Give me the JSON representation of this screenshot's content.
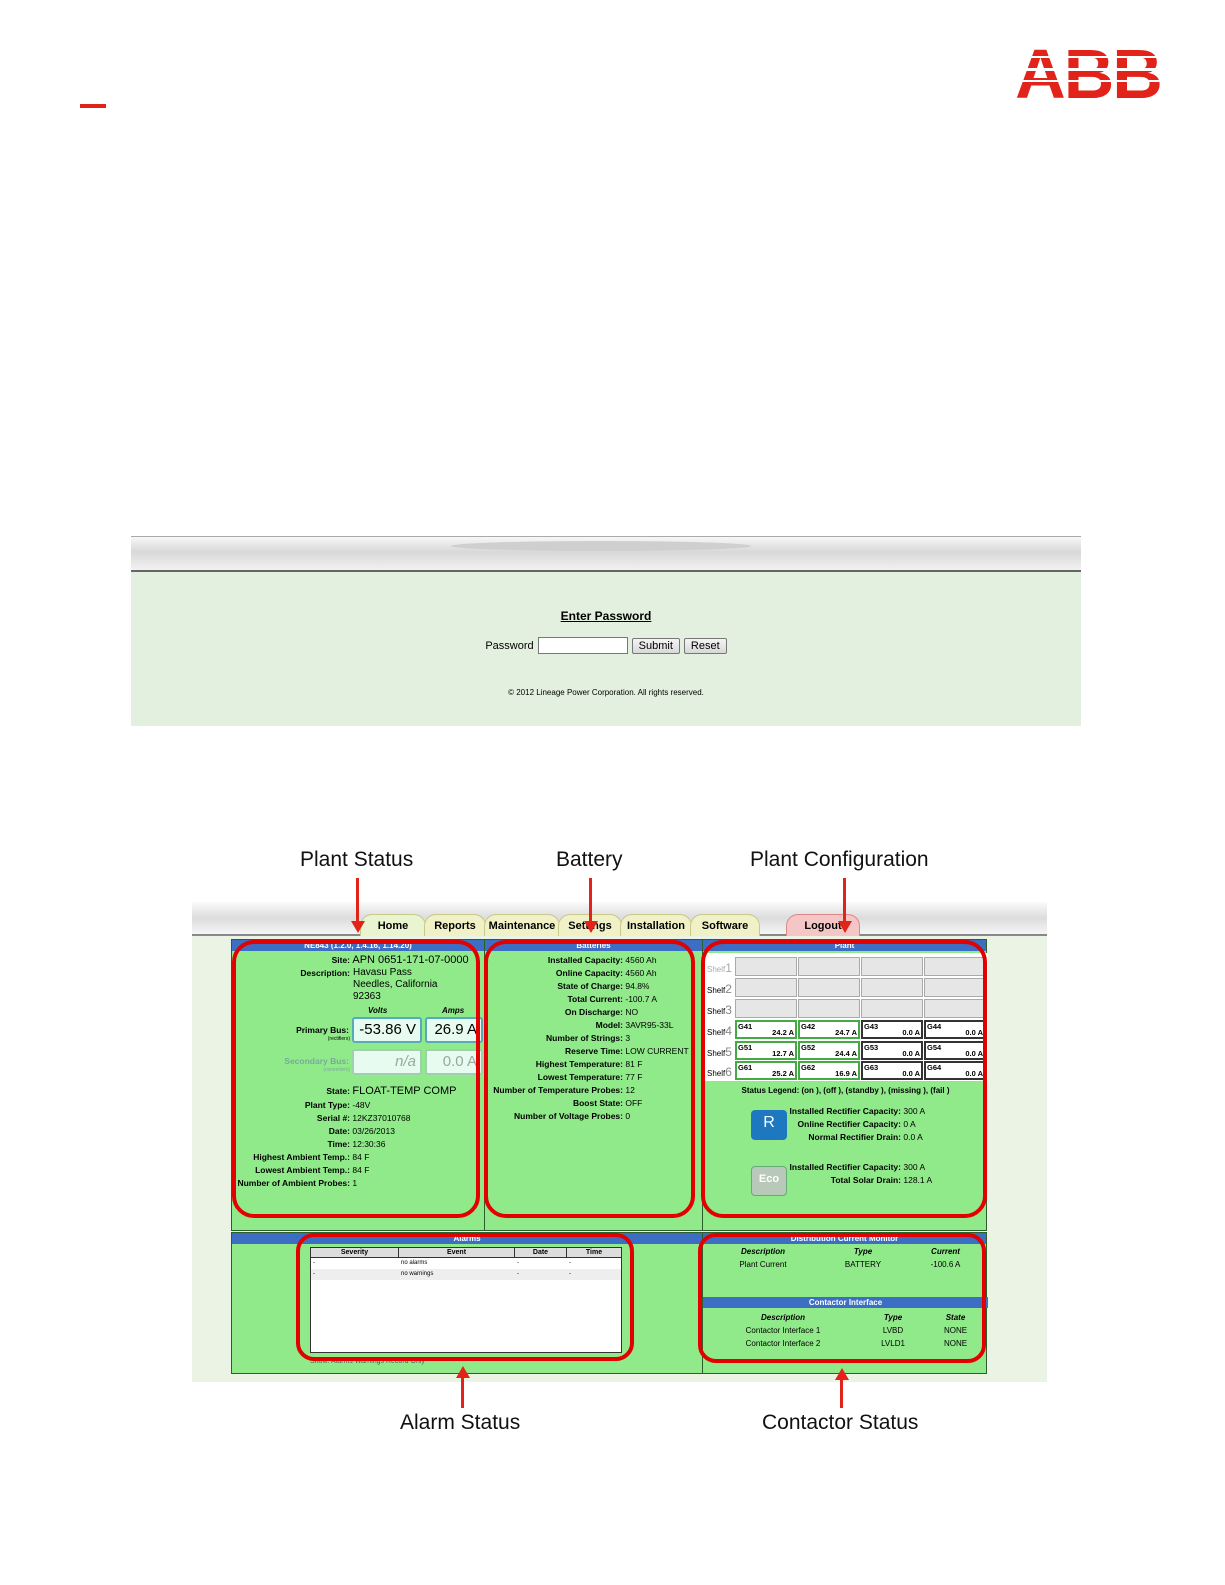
{
  "header": {
    "logo_text": "ABB"
  },
  "login": {
    "title": "Enter Password",
    "password_label": "Password",
    "submit_label": "Submit",
    "reset_label": "Reset",
    "copyright": "© 2012 Lineage Power Corporation. All rights reserved."
  },
  "callouts": {
    "plant_status": "Plant Status",
    "battery": "Battery",
    "plant_configuration": "Plant Configuration",
    "alarm_status": "Alarm Status",
    "contactor_status": "Contactor Status"
  },
  "home": {
    "tabs": [
      "Home",
      "Reports",
      "Maintenance",
      "Settings",
      "Installation",
      "Software",
      "Logout"
    ],
    "plant_status": {
      "header": "NE843 (1.2.0, 1.4.16, 1.14.20)",
      "site_label": "Site:",
      "site": "APN 0651-171-07-0000",
      "desc_label": "Description:",
      "desc_lines": [
        "Havasu Pass",
        "Needles, California",
        "92363"
      ],
      "volts_label": "Volts",
      "amps_label": "Amps",
      "primary_label": "Primary Bus:",
      "primary_sub": "(rectifiers)",
      "primary_volts": "-53.86 V",
      "primary_amps": "26.9 A",
      "secondary_label": "Secondary Bus:",
      "secondary_sub": "(converters)",
      "secondary_volts": "n/a",
      "secondary_amps": "0.0 A",
      "state_label": "State:",
      "state": "FLOAT-TEMP COMP",
      "plant_type_label": "Plant Type:",
      "plant_type": "-48V",
      "serial_label": "Serial #:",
      "serial": "12KZ37010768",
      "date_label": "Date:",
      "date": "03/26/2013",
      "time_label": "Time:",
      "time": "12:30:36",
      "hi_amb_label": "Highest Ambient Temp.:",
      "hi_amb": "84 F",
      "lo_amb_label": "Lowest Ambient Temp.:",
      "lo_amb": "84 F",
      "amb_probes_label": "Number of Ambient Probes:",
      "amb_probes": "1"
    },
    "batteries": {
      "header": "Batteries",
      "rows": [
        {
          "k": "Installed Capacity:",
          "v": "4560 Ah"
        },
        {
          "k": "Online Capacity:",
          "v": "4560 Ah"
        },
        {
          "k": "State of Charge:",
          "v": "94.8%"
        },
        {
          "k": "Total Current:",
          "v": "-100.7 A"
        },
        {
          "k": "On Discharge:",
          "v": "NO"
        },
        {
          "k": "Model:",
          "v": "3AVR95-33L"
        },
        {
          "k": "Number of Strings:",
          "v": "3"
        },
        {
          "k": "Reserve Time:",
          "v": "LOW CURRENT"
        },
        {
          "k": "Highest Temperature:",
          "v": "81 F"
        },
        {
          "k": "Lowest Temperature:",
          "v": "77 F"
        },
        {
          "k": "Number of Temperature Probes:",
          "v": "12"
        },
        {
          "k": "Boost State:",
          "v": "OFF"
        },
        {
          "k": "Number of Voltage Probes:",
          "v": "0"
        }
      ]
    },
    "plant": {
      "header": "Plant",
      "shelf_label": "Shelf",
      "shelf_numbers": [
        "1",
        "2",
        "3",
        "4",
        "5",
        "6"
      ],
      "rectifiers": [
        {
          "id": "G41",
          "amps": "24.2 A",
          "state": "on"
        },
        {
          "id": "G42",
          "amps": "24.7 A",
          "state": "on"
        },
        {
          "id": "G43",
          "amps": "0.0 A",
          "state": "off"
        },
        {
          "id": "G44",
          "amps": "0.0 A",
          "state": "off"
        },
        {
          "id": "G51",
          "amps": "12.7 A",
          "state": "on"
        },
        {
          "id": "G52",
          "amps": "24.4 A",
          "state": "on"
        },
        {
          "id": "G53",
          "amps": "0.0 A",
          "state": "off"
        },
        {
          "id": "G54",
          "amps": "0.0 A",
          "state": "off"
        },
        {
          "id": "G61",
          "amps": "25.2 A",
          "state": "on"
        },
        {
          "id": "G62",
          "amps": "16.9 A",
          "state": "on"
        },
        {
          "id": "G63",
          "amps": "0.0 A",
          "state": "off"
        },
        {
          "id": "G64",
          "amps": "0.0 A",
          "state": "off"
        }
      ],
      "legend": "Status Legend: (on ), (off ), (standby ), (missing ), (fail )",
      "rect_rows": [
        {
          "k": "Installed Rectifier Capacity:",
          "v": "300 A"
        },
        {
          "k": "Online Rectifier Capacity:",
          "v": "0 A"
        },
        {
          "k": "Normal Rectifier Drain:",
          "v": "0.0 A"
        }
      ],
      "eco_rows": [
        {
          "k": "Installed Rectifier Capacity:",
          "v": "300 A"
        },
        {
          "k": "Total Solar Drain:",
          "v": "128.1 A"
        }
      ],
      "eco_icon_text": "Eco",
      "r_icon_text": "R"
    },
    "alarms": {
      "header": "Alarms",
      "columns": [
        "Severity",
        "Event",
        "Date",
        "Time"
      ],
      "rows": [
        [
          "-",
          "no alarms",
          "-",
          "-"
        ],
        [
          "-",
          "no warnings",
          "-",
          "-"
        ]
      ],
      "footer": "Show: Alarms Warnings Record Only"
    },
    "distribution": {
      "header": "Distribution Current Monitor",
      "columns": [
        "Description",
        "Type",
        "Current"
      ],
      "rows": [
        [
          "Plant Current",
          "BATTERY",
          "-100.6 A"
        ]
      ]
    },
    "contactor": {
      "header": "Contactor Interface",
      "columns": [
        "Description",
        "Type",
        "State"
      ],
      "rows": [
        [
          "Contactor Interface 1",
          "LVBD",
          "NONE"
        ],
        [
          "Contactor Interface 2",
          "LVLD1",
          "NONE"
        ]
      ]
    }
  },
  "colors": {
    "abb_red": "#e2231a",
    "panel_green": "#90ea8a",
    "header_blue": "#3c6fc4",
    "callout_red": "#e20000"
  }
}
